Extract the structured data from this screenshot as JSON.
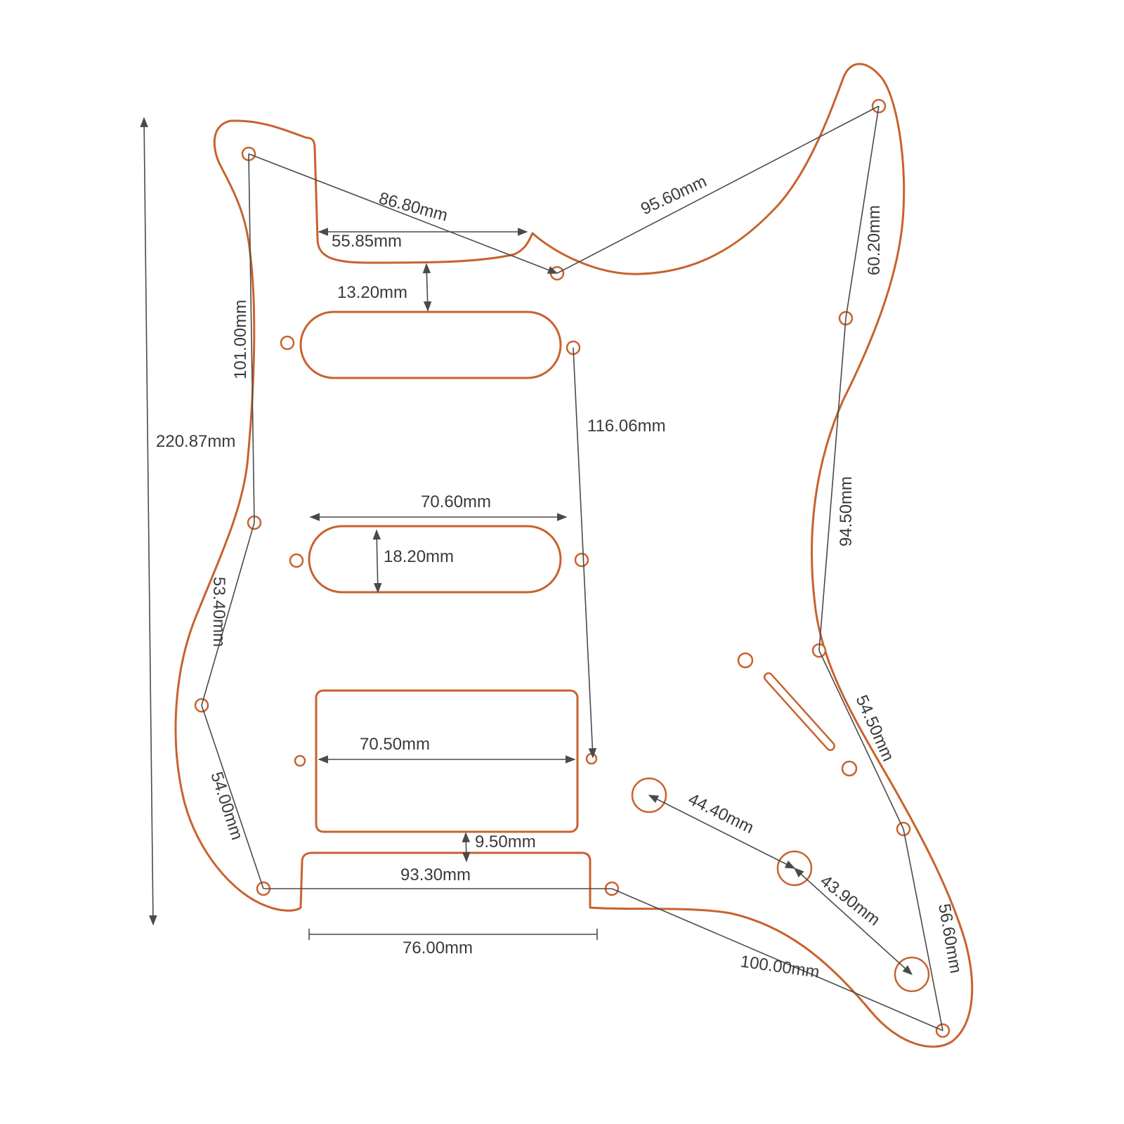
{
  "diagram": {
    "colors": {
      "outline": "#c8622e",
      "dimension": "#4a4a4a",
      "text": "#3a3a3a",
      "background": "#ffffff"
    },
    "labels": {
      "overall_height": "220.87mm",
      "top_left_hole_to_neck_hole": "86.80mm",
      "neck_pocket_width": "55.85mm",
      "neck_hole_to_top_right_hole": "95.60mm",
      "top_right_hole_to_right_upper_hole": "60.20mm",
      "neck_to_pickup_gap": "13.20mm",
      "left_upper_holes": "101.00mm",
      "pickup_mount_span": "116.06mm",
      "single_coil_length": "70.60mm",
      "single_coil_width": "18.20mm",
      "right_side_holes": "94.50mm",
      "left_mid_holes": "53.40mm",
      "humbucker_width": "70.50mm",
      "right_lower_holes": "54.50mm",
      "knob_1_to_knob_2": "44.40mm",
      "left_lower_holes": "54.00mm",
      "humbucker_to_bridge_gap": "9.50mm",
      "bottom_hole_span": "93.30mm",
      "knob_2_to_knob_3": "43.90mm",
      "right_bottom_holes": "56.60mm",
      "bridge_cutout_width": "76.00mm",
      "bottom_hole_to_corner_hole": "100.00mm"
    }
  }
}
